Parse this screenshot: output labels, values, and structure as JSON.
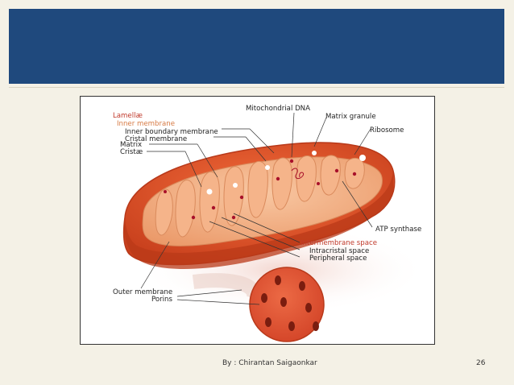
{
  "labels": {
    "lamellae": "Lamellæ",
    "inner_membrane": "Inner membrane",
    "inner_boundary_membrane": "Inner boundary membrane",
    "cristal_membrane": "Cristal membrane",
    "matrix": "Matrix",
    "cristae": "Cristæ",
    "mitochondrial_dna": "Mitochondrial DNA",
    "matrix_granule": "Matrix granule",
    "ribosome": "Ribosome",
    "atp_synthase": "ATP synthase",
    "intermembrane_space": "Intermembrane space",
    "intracristal_space": "Intracristal space",
    "peripheral_space": "Peripheral space",
    "outer_membrane": "Outer membrane",
    "porins": "Porins"
  },
  "footer": {
    "author": "By : Chirantan Saigaonkar",
    "slide_number": "26"
  },
  "colors": {
    "header": "#1f497d",
    "background": "#f4f1e6",
    "outer_membrane": "#e0552a",
    "inner_membrane": "#f0a679",
    "label_red": "#c0392b",
    "label_orange": "#d77b45"
  }
}
